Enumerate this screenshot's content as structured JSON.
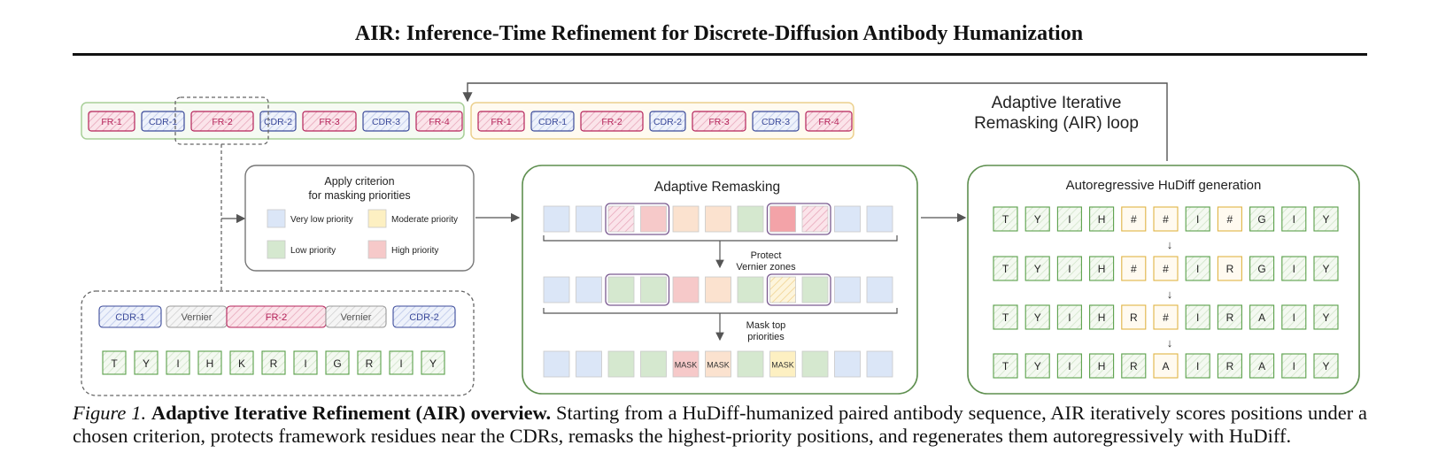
{
  "header": {
    "title": "AIR: Inference-Time Refinement for Discrete-Diffusion Antibody Humanization"
  },
  "figure": {
    "top_row_left": [
      "FR-1",
      "CDR-1",
      "FR-2",
      "CDR-2",
      "FR-3",
      "CDR-3",
      "FR-4"
    ],
    "top_row_right": [
      "FR-1",
      "CDR-1",
      "FR-2",
      "CDR-2",
      "FR-3",
      "CDR-3",
      "FR-4"
    ],
    "loop_label_line1": "Adaptive Iterative",
    "loop_label_line2": "Remasking (AIR) loop",
    "criterion": {
      "title_line1": "Apply criterion",
      "title_line2": "for masking priorities",
      "legend": [
        {
          "label": "Very low priority",
          "color": "#dbe6f7"
        },
        {
          "label": "Moderate priority",
          "color": "#fdf0c2"
        },
        {
          "label": "Low priority",
          "color": "#d5e8cf"
        },
        {
          "label": "High priority",
          "color": "#f6c9c9"
        }
      ]
    },
    "zoom": {
      "regions": [
        "CDR-1",
        "Vernier",
        "FR-2",
        "Vernier",
        "CDR-2"
      ],
      "residues": [
        "T",
        "Y",
        "I",
        "H",
        "K",
        "R",
        "I",
        "G",
        "R",
        "I",
        "Y"
      ]
    },
    "remasking": {
      "title": "Adaptive Remasking",
      "protect_line1": "Protect",
      "protect_line2": "Vernier zones",
      "mask_line1": "Mask top",
      "mask_line2": "priorities",
      "mask_token": "MASK"
    },
    "generation": {
      "title": "Autoregressive HuDiff generation",
      "rows": [
        [
          "T",
          "Y",
          "I",
          "H",
          "#",
          "#",
          "I",
          "#",
          "G",
          "I",
          "Y"
        ],
        [
          "T",
          "Y",
          "I",
          "H",
          "#",
          "#",
          "I",
          "R",
          "G",
          "I",
          "Y"
        ],
        [
          "T",
          "Y",
          "I",
          "H",
          "R",
          "#",
          "I",
          "R",
          "A",
          "I",
          "Y"
        ],
        [
          "T",
          "Y",
          "I",
          "H",
          "R",
          "A",
          "I",
          "R",
          "A",
          "I",
          "Y"
        ]
      ],
      "arrow_glyph": "↓"
    },
    "colors": {
      "fr": "#b5235a",
      "cdr": "#3b4a9a",
      "green": "#5aa04a",
      "orange": "#e0b445",
      "gray": "#666666"
    }
  },
  "caption": {
    "label": "Figure 1.",
    "bold": "Adaptive Iterative Refinement (AIR) overview.",
    "text": "Starting from a HuDiff-humanized paired antibody sequence, AIR iteratively scores positions under a chosen criterion, protects framework residues near the CDRs, remasks the highest-priority positions, and regenerates them autoregressively with HuDiff."
  }
}
